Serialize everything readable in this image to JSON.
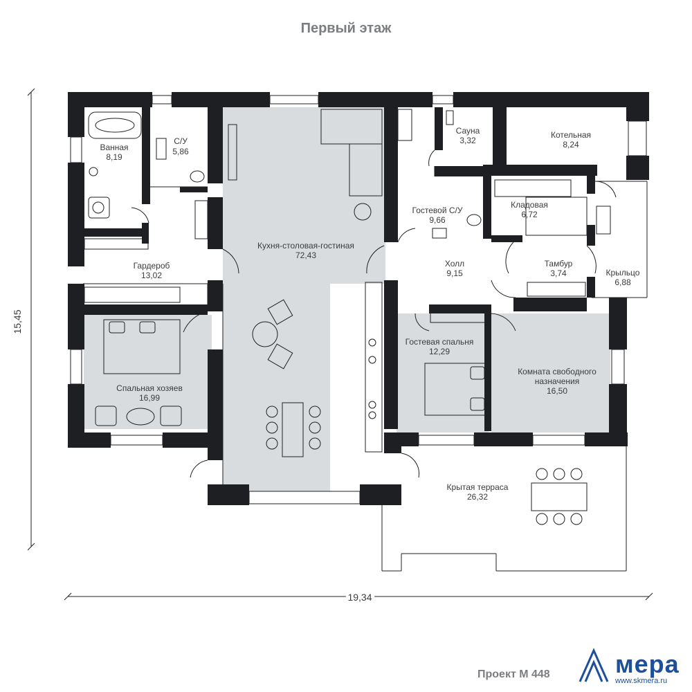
{
  "header": {
    "title": "Первый этаж"
  },
  "dimensions": {
    "width": "19,34",
    "height": "15,45"
  },
  "rooms": {
    "bath": {
      "name": "Ванная",
      "area": "8,19"
    },
    "wc": {
      "name": "С/У",
      "area": "5,86"
    },
    "kitchen": {
      "name": "Кухня-столовая-гостиная",
      "area": "72,43"
    },
    "sauna": {
      "name": "Сауна",
      "area": "3,32"
    },
    "boiler": {
      "name": "Котельная",
      "area": "8,24"
    },
    "guest_wc": {
      "name": "Гостевой С/У",
      "area": "9,66"
    },
    "storage": {
      "name": "Кладовая",
      "area": "6,72"
    },
    "wardrobe": {
      "name": "Гардероб",
      "area": "13,02"
    },
    "hall": {
      "name": "Холл",
      "area": "9,15"
    },
    "vestibule": {
      "name": "Тамбур",
      "area": "3,74"
    },
    "porch": {
      "name": "Крыльцо",
      "area": "6,88"
    },
    "master": {
      "name": "Спальная хозяев",
      "area": "16,99"
    },
    "guest_bed": {
      "name": "Гостевая спальня",
      "area": "12,29"
    },
    "free_room": {
      "name": "Комната свободного",
      "name2": "назначения",
      "area": "16,50"
    },
    "terrace": {
      "name": "Крытая терраса",
      "area": "26,32"
    }
  },
  "footer": {
    "project": "Проект М 448",
    "brand": "мера",
    "site": "www.skmera.ru"
  },
  "colors": {
    "wall": "#1e1f22",
    "floor_fill": "#d9dcde",
    "text": "#3a3b3d",
    "title": "#7a7d82",
    "brand": "#1d4f9a"
  }
}
